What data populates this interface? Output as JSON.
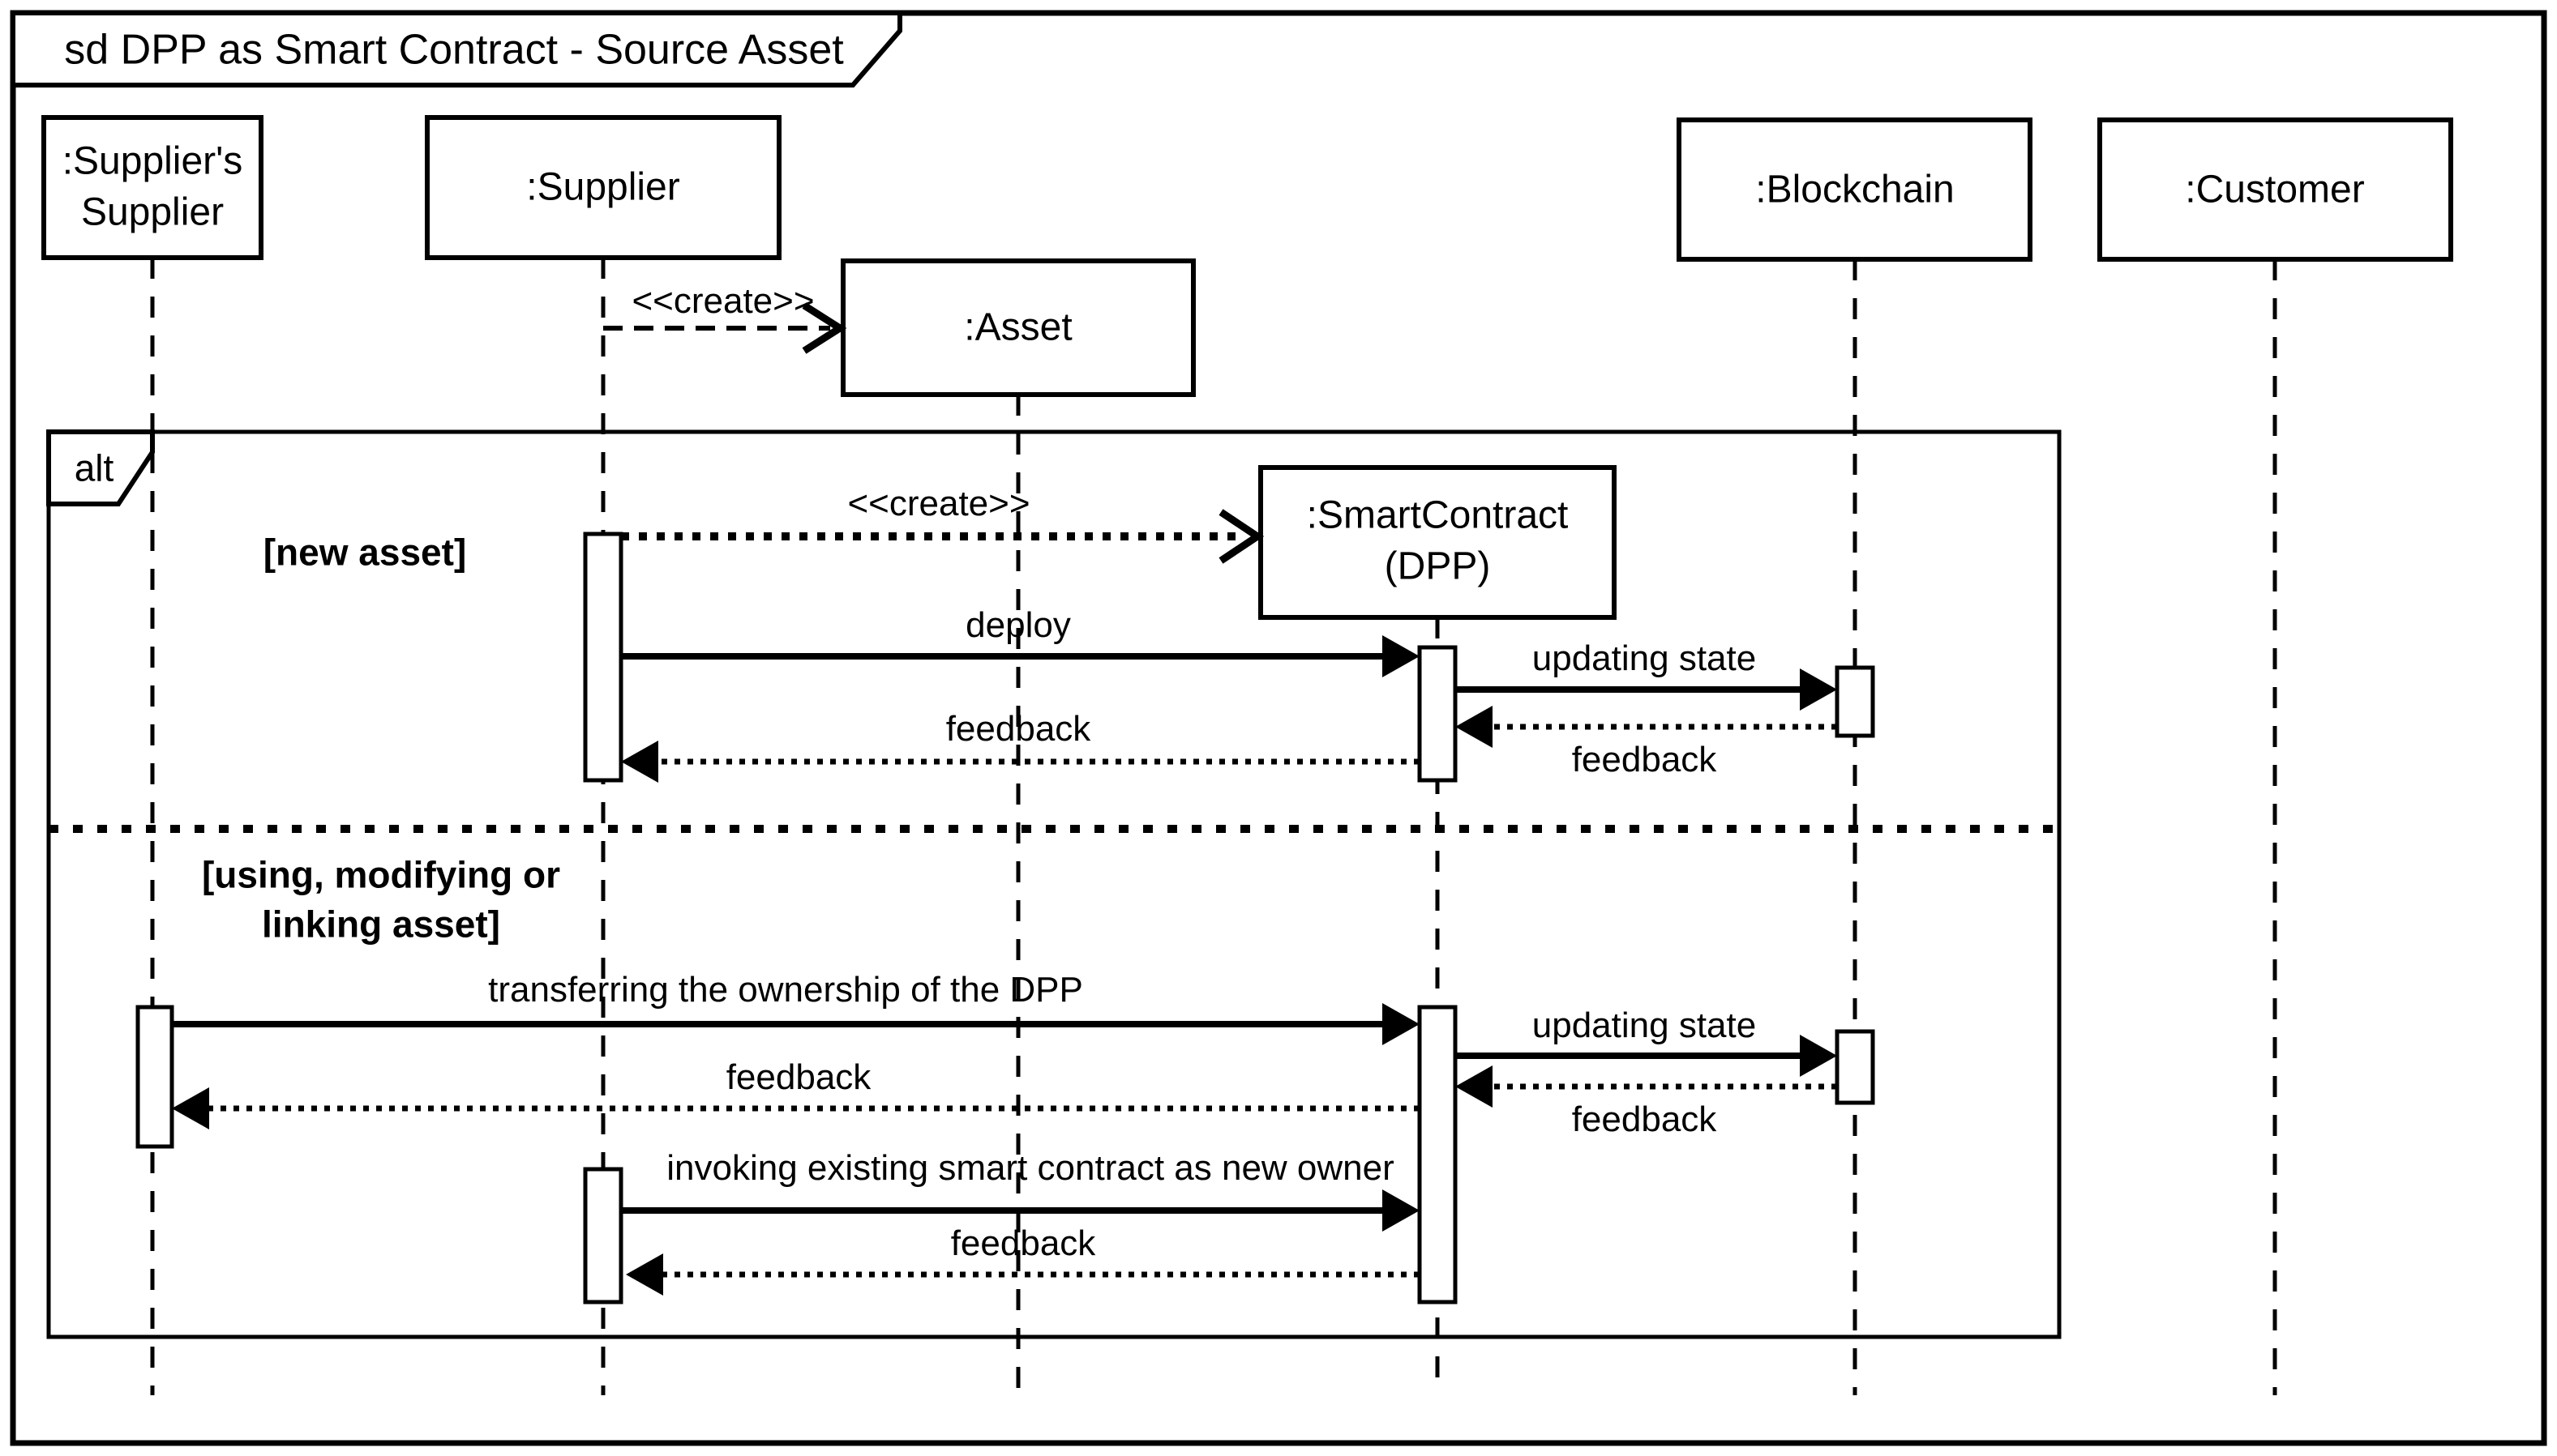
{
  "frame": {
    "title": "sd DPP as Smart Contract - Source Asset"
  },
  "fragment": {
    "operator": "alt",
    "guard_new_asset": "[new asset]",
    "guard_using": "[using, modifying or\nlinking asset]"
  },
  "lifelines": {
    "suppliers_supplier": {
      "label": ":Supplier's\nSupplier"
    },
    "supplier": {
      "label": ":Supplier"
    },
    "asset": {
      "label": ":Asset"
    },
    "smart_contract": {
      "label": ":SmartContract\n(DPP)"
    },
    "blockchain": {
      "label": ":Blockchain"
    },
    "customer": {
      "label": ":Customer"
    }
  },
  "messages": {
    "create_asset": {
      "label": "<<create>>"
    },
    "create_smart_contract": {
      "label": "<<create>>"
    },
    "deploy": {
      "label": "deploy"
    },
    "updating_state_1": {
      "label": "updating state"
    },
    "feedback_blockchain_1": {
      "label": "feedback"
    },
    "feedback_supplier_1": {
      "label": "feedback"
    },
    "transfer_ownership": {
      "label": "transferring the ownership of the DPP"
    },
    "updating_state_2": {
      "label": "updating state"
    },
    "feedback_blockchain_2": {
      "label": "feedback"
    },
    "feedback_suppliers_supplier": {
      "label": "feedback"
    },
    "invoking": {
      "label": "invoking existing smart contract as new owner"
    },
    "feedback_supplier_2": {
      "label": "feedback"
    }
  },
  "colors": {
    "ink": "#000000",
    "paper": "#ffffff"
  }
}
